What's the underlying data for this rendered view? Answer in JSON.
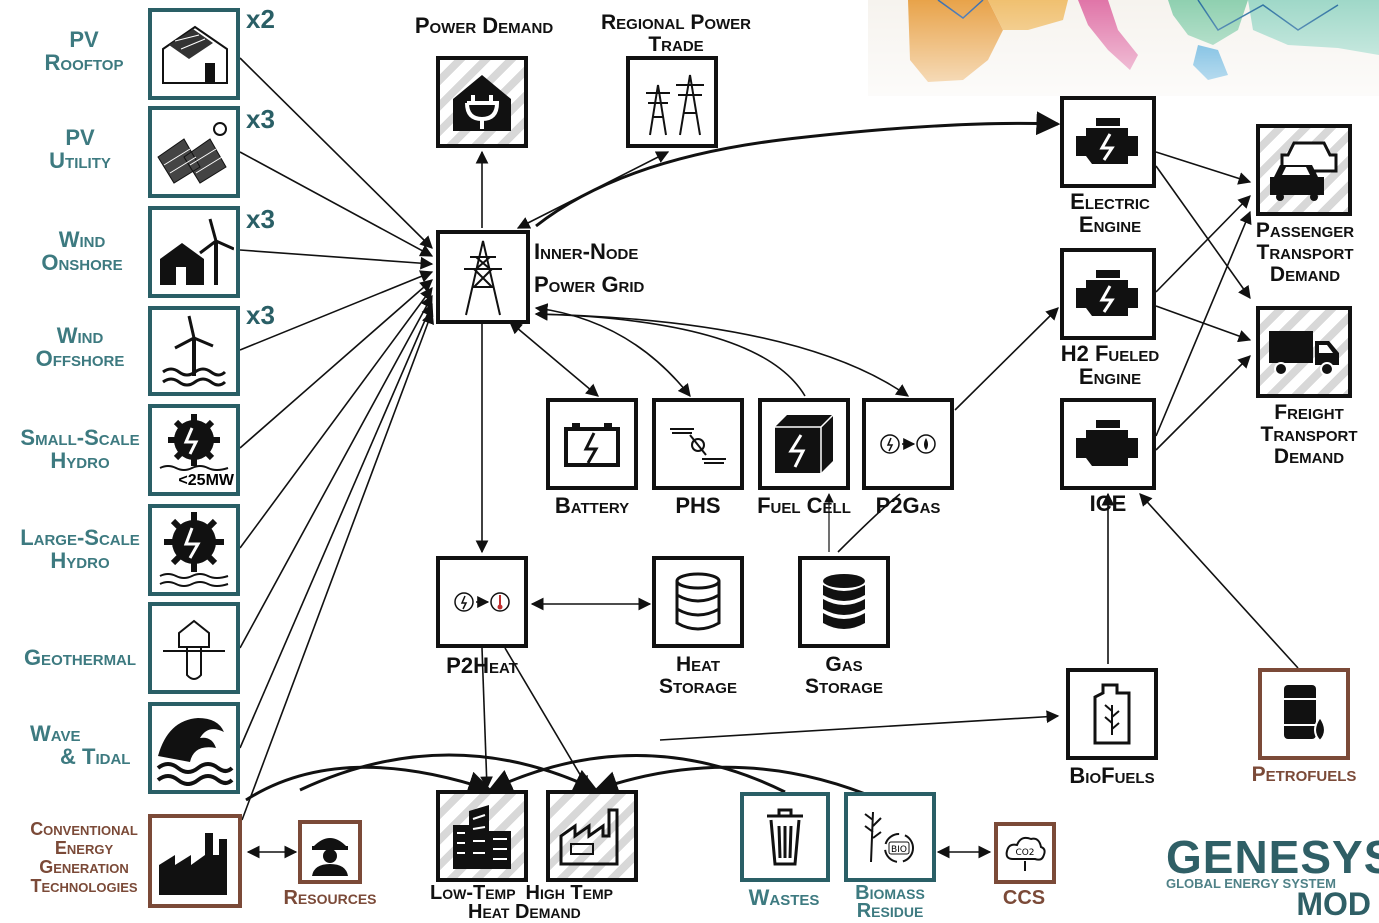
{
  "multipliers": {
    "pv_rooftop": "x2",
    "pv_utility": "x3",
    "wind_onshore": "x3",
    "wind_offshore": "x3"
  },
  "generation": {
    "pv_rooftop": [
      "PV",
      "Rooftop"
    ],
    "pv_utility": [
      "PV",
      "Utility"
    ],
    "wind_onshore": [
      "Wind",
      "Onshore"
    ],
    "wind_offshore": [
      "Wind",
      "Offshore"
    ],
    "small_hydro": [
      "Small-Scale",
      "Hydro"
    ],
    "large_hydro": [
      "Large-Scale",
      "Hydro"
    ],
    "geothermal": "Geothermal",
    "wave_tidal": [
      "Wave",
      "& Tidal"
    ],
    "conventional": [
      "Conventional",
      "Energy",
      "Generation",
      "Technologies"
    ]
  },
  "hydro_badge": "<25MW",
  "top": {
    "power_demand": "Power Demand",
    "regional_trade": [
      "Regional Power",
      "Trade"
    ]
  },
  "grid": [
    "Inner-Node",
    "Power Grid"
  ],
  "storage": {
    "battery": "Battery",
    "phs": "PHS",
    "fuel_cell": "Fuel Cell",
    "p2gas": "P2Gas",
    "p2heat": "P2Heat",
    "heat_storage": [
      "Heat",
      "Storage"
    ],
    "gas_storage": [
      "Gas",
      "Storage"
    ]
  },
  "heat_demand": [
    "Low-Temp",
    "High Temp",
    "Heat Demand"
  ],
  "resources": "Resources",
  "bottom": {
    "wastes": "Wastes",
    "biomass": [
      "Biomass",
      "Residue"
    ],
    "ccs": "CCS",
    "biofuels": "BioFuels",
    "petrofuels": "Petrofuels"
  },
  "transport": {
    "electric_engine": [
      "Electric",
      "Engine"
    ],
    "h2_engine": [
      "H2 Fueled",
      "Engine"
    ],
    "ice": "ICE",
    "passenger": [
      "Passenger",
      "Transport",
      "Demand"
    ],
    "freight": [
      "Freight",
      "Transport",
      "Demand"
    ]
  },
  "logo": {
    "name": "GENESYS",
    "subtitle": "GLOBAL ENERGY SYSTEM",
    "mod": "MOD"
  },
  "colors": {
    "teal": "#2a5f66",
    "brown": "#7b4a38",
    "black": "#111111"
  }
}
